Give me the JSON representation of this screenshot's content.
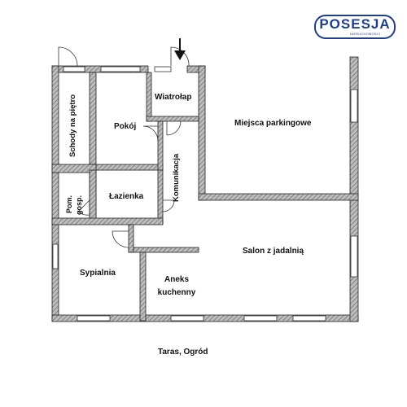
{
  "logo": {
    "brand": "POSESJA",
    "tagline": "NIERUCHOMOŚCI"
  },
  "rooms": {
    "stairs": "Schody na piętro",
    "room": "Pokój",
    "vestibule": "Wiatrołap",
    "communication": "Komunikacja",
    "utility_line1": "Pom.",
    "utility_line2": "gosp.",
    "bathroom": "Łazienka",
    "bedroom": "Sypialnia",
    "kitchen_line1": "Aneks",
    "kitchen_line2": "kuchenny",
    "living": "Salon z jadalnią",
    "parking": "Miejsca parkingowe"
  },
  "outside": {
    "terrace": "Taras, Ogród"
  },
  "colors": {
    "wall": "#7a7a7a",
    "wall_outline": "#222222",
    "line": "#333333",
    "brand": "#1f3f8a"
  }
}
